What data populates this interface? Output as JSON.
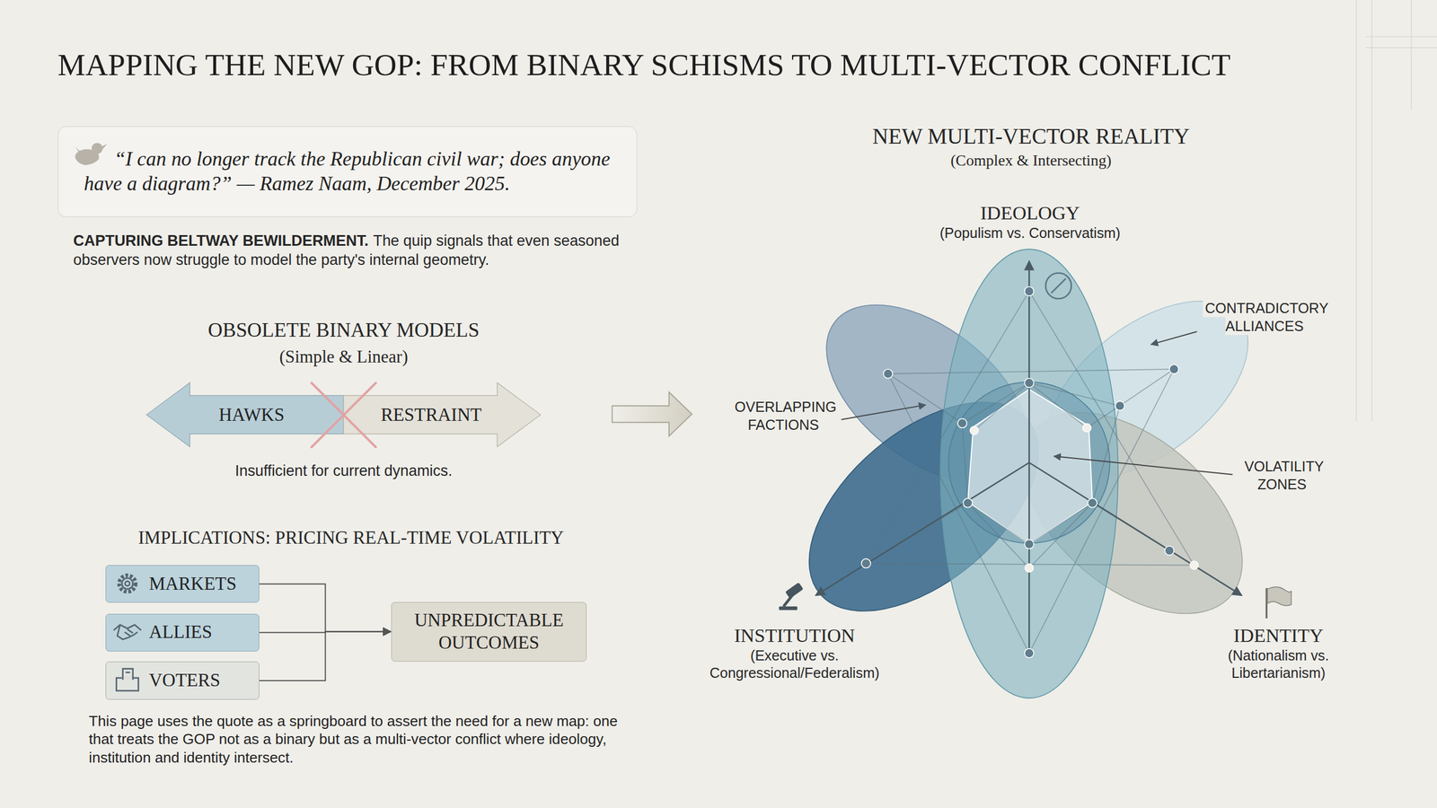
{
  "diagram": {
    "title": "MAPPING THE NEW GOP: FROM BINARY SCHISMS TO MULTI-VECTOR CONFLICT",
    "caption": "This page uses the quote as a springboard to assert the need for a new map: one that treats the GOP not as a binary but as a multi-vector conflict where ideology, institution and identity intersect.",
    "nodes": [
      {
        "text": [
          "“I can no longer track the Republican civil war; does anyone have a diagram?” — Ramez Naam, December 2025."
        ]
      },
      {
        "text": [
          "HAWKS"
        ]
      },
      {
        "text": [
          "RESTRAINT"
        ]
      },
      {
        "text": [
          "MARKETS"
        ]
      },
      {
        "text": [
          "ALLIES"
        ]
      },
      {
        "text": [
          "VOTERS"
        ]
      },
      {
        "text": [
          "UNPREDICTABLE OUTCOMES"
        ]
      }
    ],
    "edges": [
      {
        "from": 3,
        "to": 6,
        "arrow": "to"
      },
      {
        "from": 4,
        "to": 6,
        "arrow": "to"
      },
      {
        "from": 5,
        "to": 6,
        "arrow": "to"
      }
    ],
    "labels": [
      "CAPTURING BELTWAY BEWILDERMENT.",
      "The quip signals that even seasoned observers now struggle to model the party's internal geometry.",
      "OBSOLETE BINARY MODELS",
      "(Simple & Linear)",
      "Insufficient for current dynamics.",
      "IMPLICATIONS: PRICING REAL-TIME VOLATILITY",
      "NEW MULTI-VECTOR REALITY",
      "(Complex & Intersecting)",
      "IDEOLOGY",
      "(Populism vs. Conservatism)",
      "OVERLAPPING FACTIONS",
      "CONTRADICTORY ALLIANCES",
      "VOLATILITY ZONES",
      "INSTITUTION",
      "(Executive vs. Congressional/Federalism)",
      "IDENTITY",
      "(Nationalism vs. Libertarianism)"
    ]
  }
}
